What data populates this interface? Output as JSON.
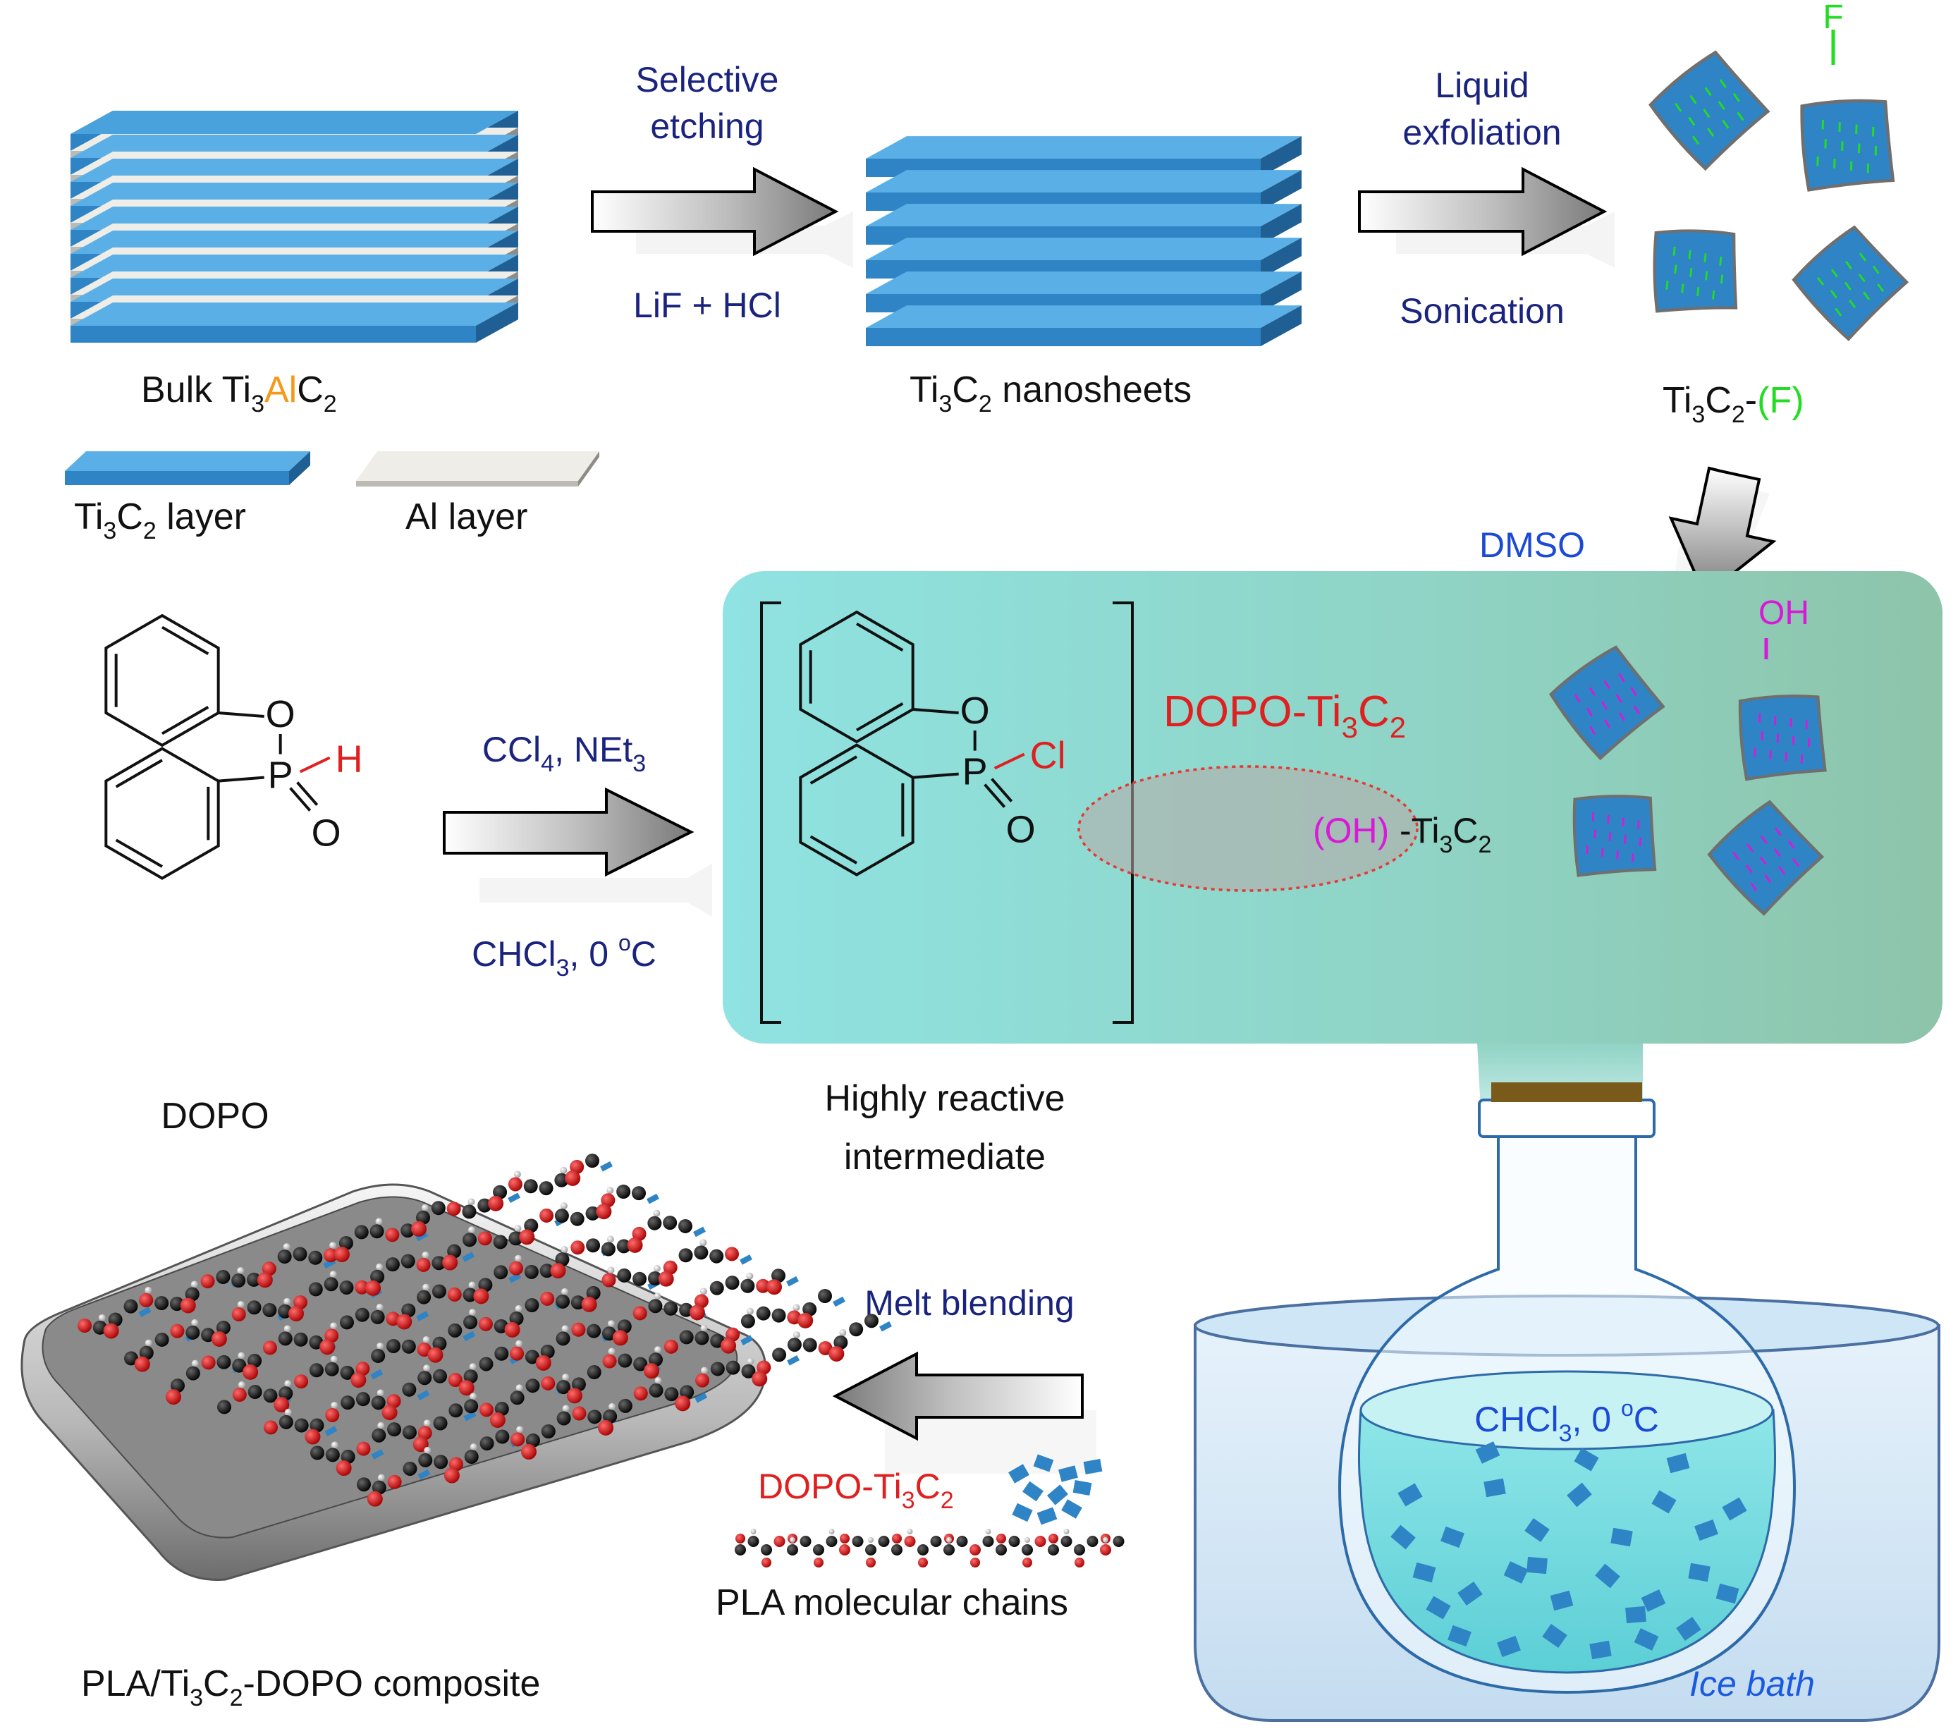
{
  "colors": {
    "sheet_blue": "#3f94d4",
    "sheet_blue_dark": "#2470ad",
    "al_gray": "#d9d6cf",
    "process_navy": "#1a237e",
    "fluorine_green": "#22dd22",
    "hydroxyl_magenta": "#d81ad8",
    "chlorine_red": "#e02020",
    "panel_teal_left": "#8fe0e0",
    "panel_teal_right": "#8cc5ad",
    "dmso_blue": "#1a4ad6",
    "ice_bath_blue": "#1b5ae0",
    "oxygen_red": "#cc1111",
    "carbon_black": "#111111"
  },
  "icons": [
    "layered-stack-icon",
    "process-arrow-icon",
    "nanosheet-flake-icon",
    "molecule-structure-icon",
    "round-bottom-flask-icon",
    "ice-bath-icon",
    "pla-chain-icon",
    "composite-tray-icon"
  ],
  "step1": {
    "label_above_1": "Selective",
    "label_above_2": "etching",
    "label_below": "LiF + HCl"
  },
  "step2": {
    "label_above_1": "Liquid",
    "label_above_2": "exfoliation",
    "label_below": "Sonication"
  },
  "bulk": {
    "label_prefix": "Bulk Ti",
    "label_sub1": "3",
    "label_al": "Al",
    "label_c": "C",
    "label_sub2": "2"
  },
  "nanosheets": {
    "label_ti": "Ti",
    "label_sub1": "3",
    "label_c": "C",
    "label_sub2": "2",
    "label_rest": " nanosheets"
  },
  "fluoride": {
    "label_ti": "Ti",
    "label_sub1": "3",
    "label_c": "C",
    "label_sub2": "2",
    "label_dash": "-",
    "label_f": "(F)",
    "f_atom": "F"
  },
  "legend": {
    "ti_label": "Ti",
    "ti_sub1": "3",
    "ti_c": "C",
    "ti_sub2": "2",
    "ti_rest": " layer",
    "al_label": "Al layer"
  },
  "dmso": {
    "label": "DMSO"
  },
  "dopo": {
    "name": "DOPO",
    "atom_O_ring": "O",
    "atom_P": "P",
    "atom_H": "H",
    "atom_O_double": "O"
  },
  "reaction": {
    "label_above_a": "CCl",
    "label_above_sub": "4",
    "label_above_b": ", NEt",
    "label_above_sub2": "3",
    "label_below_a": "CHCl",
    "label_below_sub": "3",
    "label_below_b": ", 0 ",
    "label_below_sup": "o",
    "label_below_c": "C"
  },
  "intermediate": {
    "line1": "Highly reactive",
    "line2": "intermediate",
    "atom_O_ring": "O",
    "atom_P": "P",
    "atom_Cl": "Cl",
    "atom_O_double": "O"
  },
  "product": {
    "title_a": "DOPO-Ti",
    "title_sub1": "3",
    "title_b": "C",
    "title_sub2": "2",
    "oh_group": "(OH)",
    "ti_a": "-Ti",
    "ti_sub1": "3",
    "ti_b": "C",
    "ti_sub2": "2",
    "oh_atom": "OH"
  },
  "flask": {
    "content_a": "CHCl",
    "content_sub": "3",
    "content_b": ", 0 ",
    "content_sup": "o",
    "content_c": "C",
    "bath_label": "Ice bath"
  },
  "melt": {
    "label": "Melt blending",
    "dopo_a": "DOPO-Ti",
    "dopo_sub1": "3",
    "dopo_b": "C",
    "dopo_sub2": "2",
    "pla_label": "PLA molecular chains"
  },
  "composite": {
    "label_a": "PLA/Ti",
    "label_sub1": "3",
    "label_b": "C",
    "label_sub2": "2",
    "label_c": "-DOPO composite"
  }
}
